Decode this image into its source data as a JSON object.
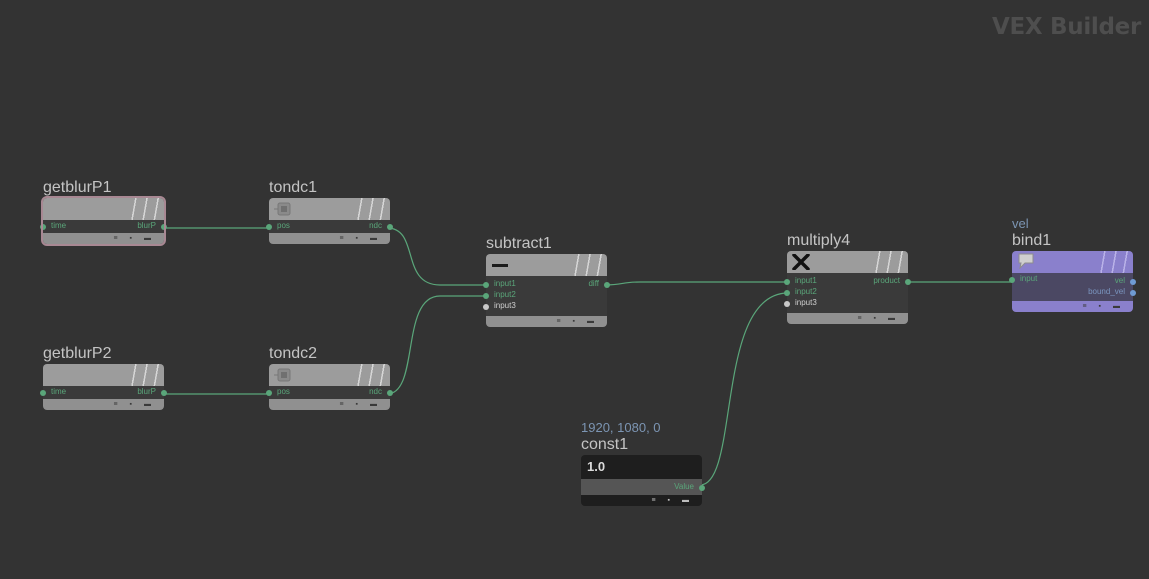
{
  "context": {
    "title": "VEX Builder"
  },
  "colors": {
    "background": "#333333",
    "wire": "#5aa67a",
    "bind_node": "#8a80cc",
    "selected_outline": "#a88893",
    "comment": "#7c95b3"
  },
  "nodes": {
    "getblurP1": {
      "name": "getblurP1",
      "inputs": [
        "time"
      ],
      "outputs": [
        "blurP"
      ]
    },
    "tondc1": {
      "name": "tondc1",
      "inputs": [
        "pos"
      ],
      "outputs": [
        "ndc"
      ]
    },
    "getblurP2": {
      "name": "getblurP2",
      "inputs": [
        "time"
      ],
      "outputs": [
        "blurP"
      ]
    },
    "tondc2": {
      "name": "tondc2",
      "inputs": [
        "pos"
      ],
      "outputs": [
        "ndc"
      ]
    },
    "subtract1": {
      "name": "subtract1",
      "inputs": [
        "input1",
        "input2",
        "input3"
      ],
      "outputs": [
        "diff"
      ]
    },
    "multiply4": {
      "name": "multiply4",
      "inputs": [
        "input1",
        "input2",
        "input3"
      ],
      "outputs": [
        "product"
      ]
    },
    "bind1": {
      "name": "bind1",
      "comment": "vel",
      "inputs": [
        "input"
      ],
      "outputs": [
        "vel",
        "bound_vel"
      ]
    },
    "const1": {
      "name": "const1",
      "comment": "1920, 1080, 0",
      "value_display": "1.0",
      "outputs": [
        "Value"
      ]
    }
  },
  "footer_icons": "≡ ▪ ▬"
}
